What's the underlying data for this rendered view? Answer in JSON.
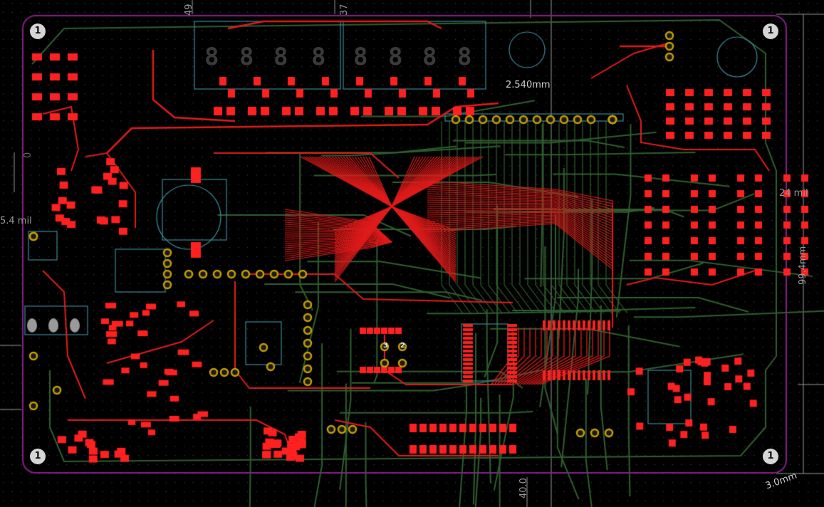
{
  "editor": {
    "view": "PCB layout",
    "layers_visible": [
      "F.Cu",
      "B.Cu",
      "Edge.Cuts",
      "F.SilkS",
      "Dwgs.User"
    ]
  },
  "colors": {
    "background": "#000000",
    "grid_dot": "#3c3c3c",
    "front_copper": "#e21b1b",
    "back_copper": "#2f5f2f",
    "board_edge": "#8b1d8b",
    "silkscreen": "#3a8a9a",
    "dimension": "#9a9a9a",
    "pad": "#ff2020",
    "through_hole": "#c8a000"
  },
  "dimensions": {
    "top_left": "49",
    "top_middle": "37",
    "bottom_width": "40.0",
    "height_right": "99.4mm",
    "clearance_right": "24 mil",
    "clearance_left": "5.4 mil",
    "pitch": "2.540mm",
    "corner_radius": "3.0mm",
    "left_small": "0"
  },
  "corner_markers": {
    "top_left": "1",
    "top_right": "1",
    "bottom_left": "1",
    "bottom_right": "1"
  },
  "display_digits": [
    "8",
    "8",
    "8",
    "8",
    "8",
    "8",
    "8",
    "8"
  ],
  "ic_pin_labels": [
    "3",
    "2"
  ]
}
